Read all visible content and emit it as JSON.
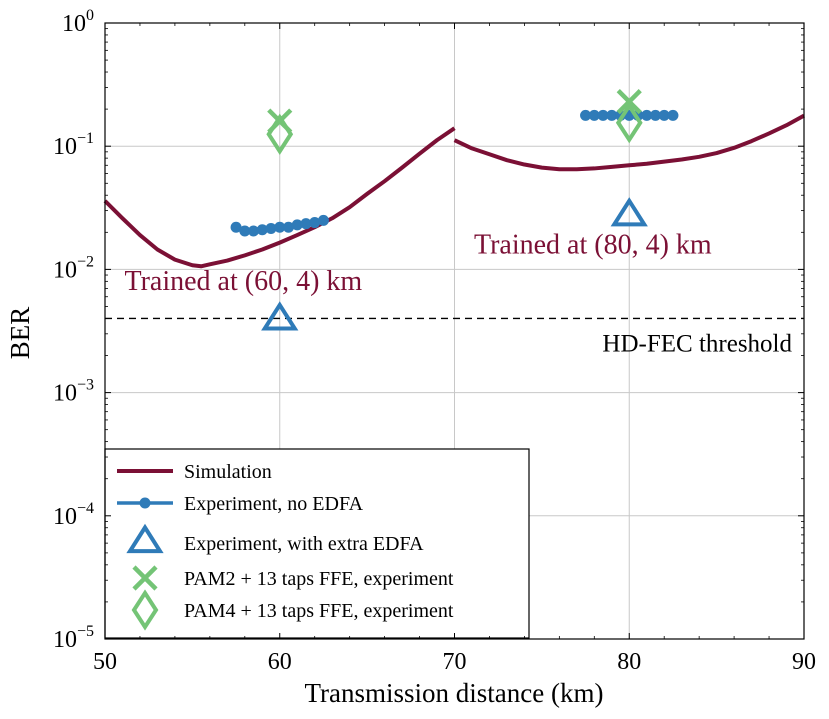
{
  "chart_data": {
    "type": "line",
    "xlabel": "Transmission distance (km)",
    "ylabel": "BER",
    "xlim": [
      50,
      90
    ],
    "ylim": [
      1e-05,
      1
    ],
    "y_scale": "log",
    "grid": true,
    "legend_position": "bottom-left",
    "x_ticks": [
      "50",
      "60",
      "70",
      "80",
      "90"
    ],
    "y_ticks": [
      {
        "value": 1e-05,
        "base": "10",
        "exp": "−5"
      },
      {
        "value": 0.0001,
        "base": "10",
        "exp": "−4"
      },
      {
        "value": 0.001,
        "base": "10",
        "exp": "−3"
      },
      {
        "value": 0.01,
        "base": "10",
        "exp": "−2"
      },
      {
        "value": 0.1,
        "base": "10",
        "exp": "−1"
      },
      {
        "value": 1,
        "base": "10",
        "exp": "0"
      }
    ],
    "series": [
      {
        "name": "Simulation",
        "style": "line",
        "color": "#7b1035",
        "segments": [
          {
            "x": [
              50,
              51,
              52,
              53,
              54,
              55,
              55.5,
              56,
              57,
              58,
              59,
              60,
              61,
              62,
              63,
              64,
              65,
              66,
              67,
              68,
              69,
              70
            ],
            "y": [
              0.036,
              0.026,
              0.019,
              0.0145,
              0.012,
              0.0108,
              0.0106,
              0.011,
              0.0118,
              0.013,
              0.0145,
              0.0165,
              0.019,
              0.022,
              0.026,
              0.032,
              0.041,
              0.052,
              0.067,
              0.087,
              0.112,
              0.14
            ]
          },
          {
            "x": [
              70,
              71,
              72,
              73,
              74,
              75,
              76,
              77,
              78,
              79,
              80,
              81,
              82,
              83,
              84,
              85,
              86,
              87,
              88,
              89,
              90
            ],
            "y": [
              0.112,
              0.096,
              0.086,
              0.077,
              0.071,
              0.067,
              0.065,
              0.065,
              0.066,
              0.068,
              0.07,
              0.072,
              0.075,
              0.078,
              0.082,
              0.088,
              0.097,
              0.11,
              0.127,
              0.148,
              0.177
            ]
          }
        ]
      },
      {
        "name": "Experiment, no EDFA",
        "style": "line-marker",
        "color": "#2f7bb8",
        "segments": [
          {
            "x": [
              57.5,
              58,
              58.5,
              59,
              59.5,
              60,
              60.5,
              61,
              61.5,
              62,
              62.5
            ],
            "y": [
              0.022,
              0.0205,
              0.0205,
              0.021,
              0.0215,
              0.022,
              0.022,
              0.023,
              0.0235,
              0.024,
              0.025
            ]
          },
          {
            "x": [
              77.5,
              78,
              78.5,
              79,
              79.5,
              80,
              80.5,
              81,
              81.5,
              82,
              82.5
            ],
            "y": [
              0.178,
              0.178,
              0.178,
              0.178,
              0.178,
              0.178,
              0.178,
              0.178,
              0.178,
              0.178,
              0.178
            ]
          }
        ]
      },
      {
        "name": "Experiment, with extra EDFA",
        "style": "triangle",
        "color": "#2f7bb8",
        "x": [
          60,
          80
        ],
        "y": [
          0.004,
          0.028
        ]
      },
      {
        "name": "PAM2 + 13 taps FFE, experiment",
        "style": "cross",
        "color": "#74c476",
        "x": [
          60,
          80
        ],
        "y": [
          0.16,
          0.23
        ]
      },
      {
        "name": "PAM4 + 13 taps FFE, experiment",
        "style": "diamond",
        "color": "#74c476",
        "x": [
          60,
          80
        ],
        "y": [
          0.125,
          0.155
        ]
      }
    ],
    "threshold": {
      "value": 0.004,
      "label": "HD-FEC threshold"
    },
    "annotations": [
      {
        "text": "Trained at (60, 4) km",
        "x": 51,
        "y": 0.0068,
        "color": "#7b1035"
      },
      {
        "text": "Trained at (80, 4) km",
        "x": 71,
        "y": 0.0135,
        "color": "#7b1035"
      }
    ]
  }
}
